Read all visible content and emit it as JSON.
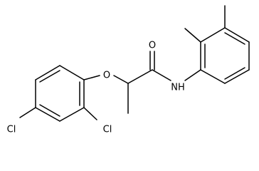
{
  "molecule": {
    "atoms": {
      "o_ether": "O",
      "o_carbonyl": "O",
      "n_amide": "NH",
      "cl_para": "Cl",
      "cl_ortho": "Cl"
    },
    "colors": {
      "bond": "#000000",
      "label": "#000000",
      "background": "#ffffff"
    }
  }
}
